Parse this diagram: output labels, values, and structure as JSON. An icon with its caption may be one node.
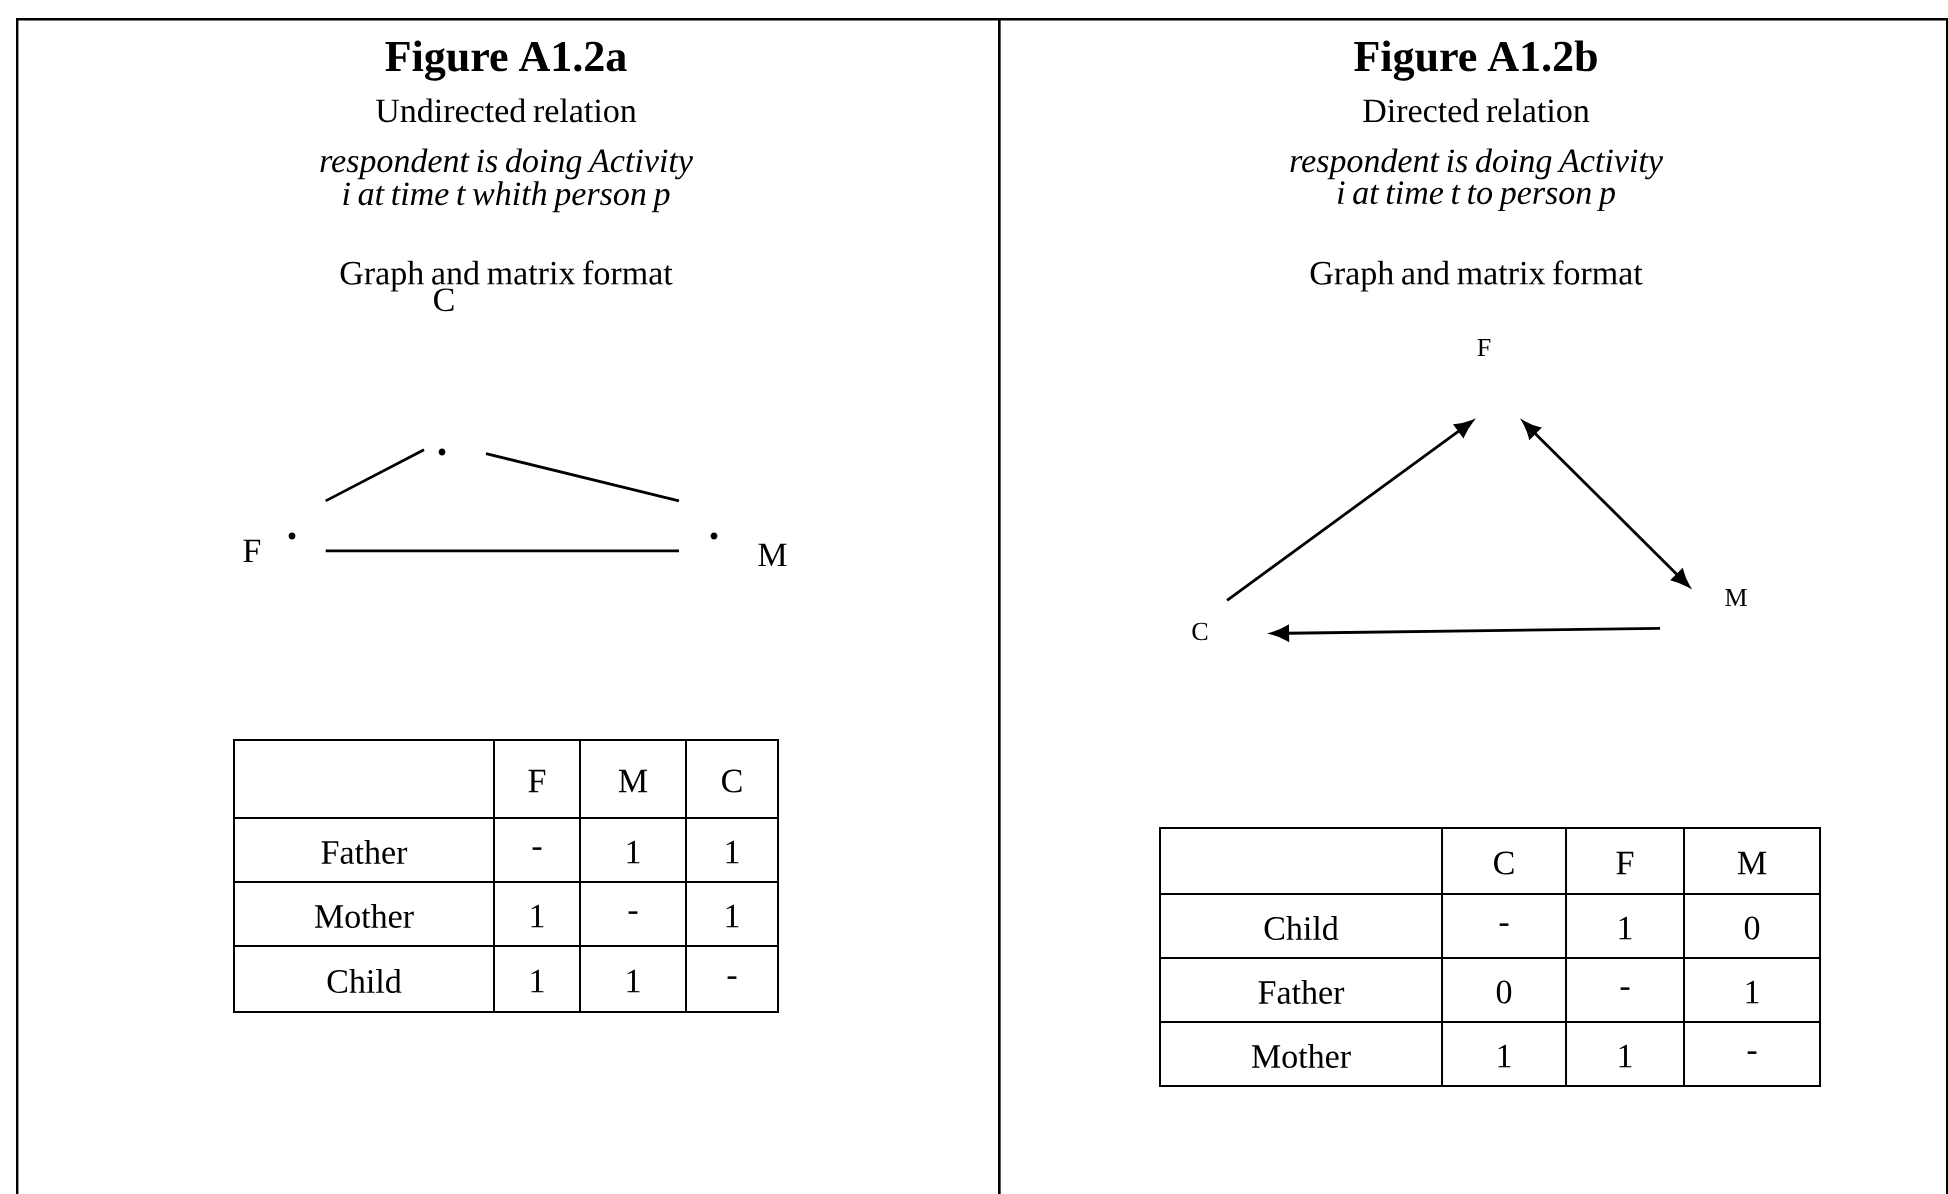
{
  "diagram": {
    "nodes": [
      {
        "text": [
          "Figure A1.2a",
          "Undirected relation",
          "respondent is doing Activity i at time t whith person p",
          "Graph and matrix format"
        ]
      },
      {
        "text": [
          "C"
        ],
        "in": 0
      },
      {
        "text": [
          "F"
        ],
        "in": 0
      },
      {
        "text": [
          "M"
        ],
        "in": 0
      },
      {
        "text": [
          "Figure A1.2b",
          "Directed relation",
          "respondent is doing Activity i at time t to person p",
          "Graph and matrix format"
        ]
      },
      {
        "text": [
          "F"
        ],
        "in": 4
      },
      {
        "text": [
          "M"
        ],
        "in": 4
      },
      {
        "text": [
          "C"
        ],
        "in": 4
      }
    ],
    "edges": [
      {
        "from": 2,
        "to": 1,
        "arrow": "none"
      },
      {
        "from": 1,
        "to": 3,
        "arrow": "none"
      },
      {
        "from": 2,
        "to": 3,
        "arrow": "none"
      },
      {
        "from": 7,
        "to": 5,
        "arrow": "to"
      },
      {
        "from": 5,
        "to": 6,
        "arrow": "both"
      },
      {
        "from": 6,
        "to": 7,
        "arrow": "to"
      }
    ],
    "labels": [
      "F",
      "M",
      "C",
      "Father",
      "-",
      "1",
      "1",
      "Mother",
      "1",
      "-",
      "1",
      "Child",
      "1",
      "1",
      "-",
      "C",
      "F",
      "M",
      "Child",
      "-",
      "1",
      "0",
      "Father",
      "0",
      "-",
      "1",
      "Mother",
      "1",
      "1",
      "-"
    ]
  }
}
